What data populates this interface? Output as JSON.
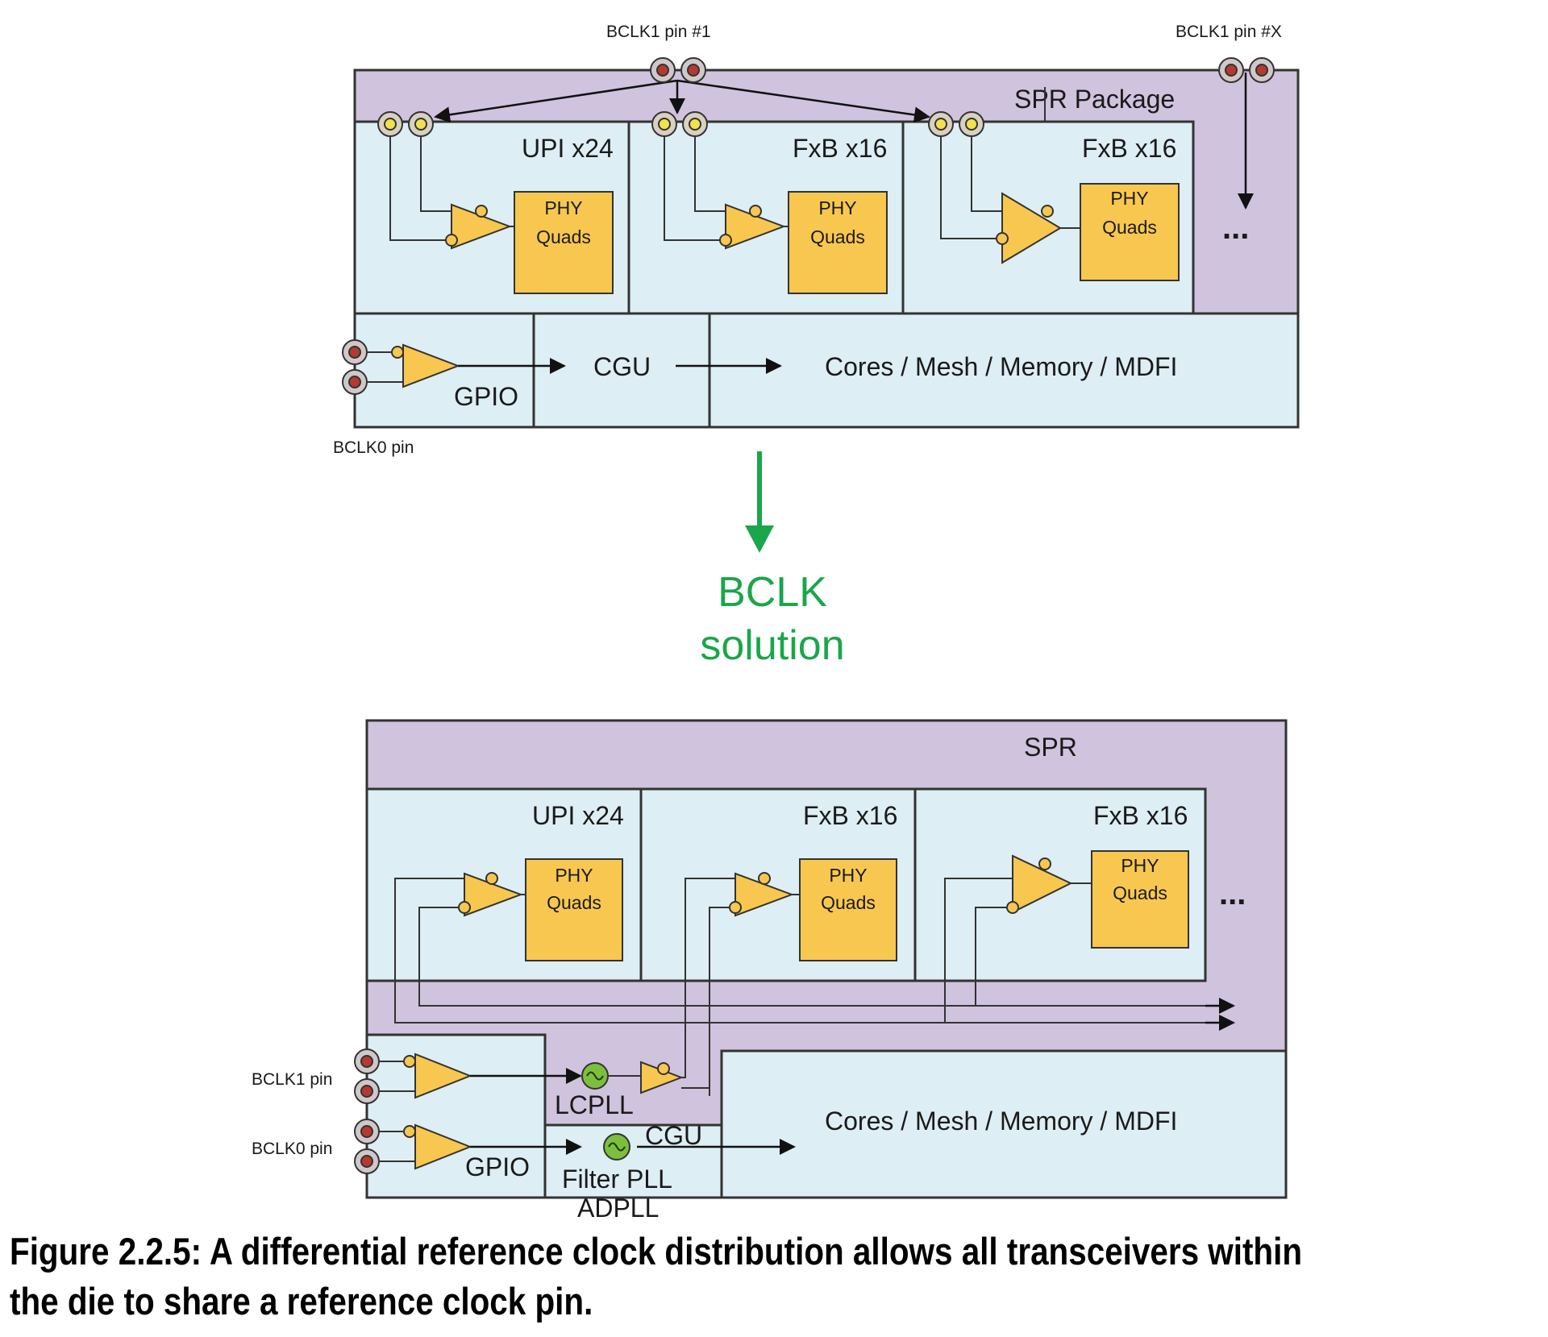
{
  "top": {
    "pin_label_1": "BCLK1 pin #1",
    "pin_label_x": "BCLK1 pin #X",
    "package_label": "SPR Package",
    "blocks": [
      {
        "name": "UPI x24",
        "phy_line1": "PHY",
        "phy_line2": "Quads"
      },
      {
        "name": "FxB x16",
        "phy_line1": "PHY",
        "phy_line2": "Quads"
      },
      {
        "name": "FxB x16",
        "phy_line1": "PHY",
        "phy_line2": "Quads"
      }
    ],
    "ellipsis": "...",
    "gpio": "GPIO",
    "cgu": "CGU",
    "cores": "Cores / Mesh / Memory / MDFI",
    "bclk0_label": "BCLK0 pin"
  },
  "transition": {
    "line1": "BCLK",
    "line2": "solution"
  },
  "bottom": {
    "package_label": "SPR",
    "blocks": [
      {
        "name": "UPI x24",
        "phy_line1": "PHY",
        "phy_line2": "Quads"
      },
      {
        "name": "FxB x16",
        "phy_line1": "PHY",
        "phy_line2": "Quads"
      },
      {
        "name": "FxB x16",
        "phy_line1": "PHY",
        "phy_line2": "Quads"
      }
    ],
    "ellipsis": "...",
    "bclk1_label": "BCLK1 pin",
    "bclk0_label": "BCLK0 pin",
    "lcpll": "LCPLL",
    "gpio": "GPIO",
    "cgu": "CGU",
    "filter_pll": "Filter PLL",
    "adpll": "ADPLL",
    "cores": "Cores / Mesh / Memory / MDFI"
  },
  "caption": {
    "text": "Figure 2.2.5: A differential reference clock distribution allows all transceivers within the die to share a reference clock pin."
  },
  "colors": {
    "package_purple": "#cfc3dd",
    "block_blue": "#ddeef4",
    "phy_yellow": "#f7c74f",
    "buffer_yellow": "#f7c74f",
    "pin_red": "#b5392e",
    "pll_green": "#7cbf3c",
    "arrow_green": "#1aa64a"
  }
}
